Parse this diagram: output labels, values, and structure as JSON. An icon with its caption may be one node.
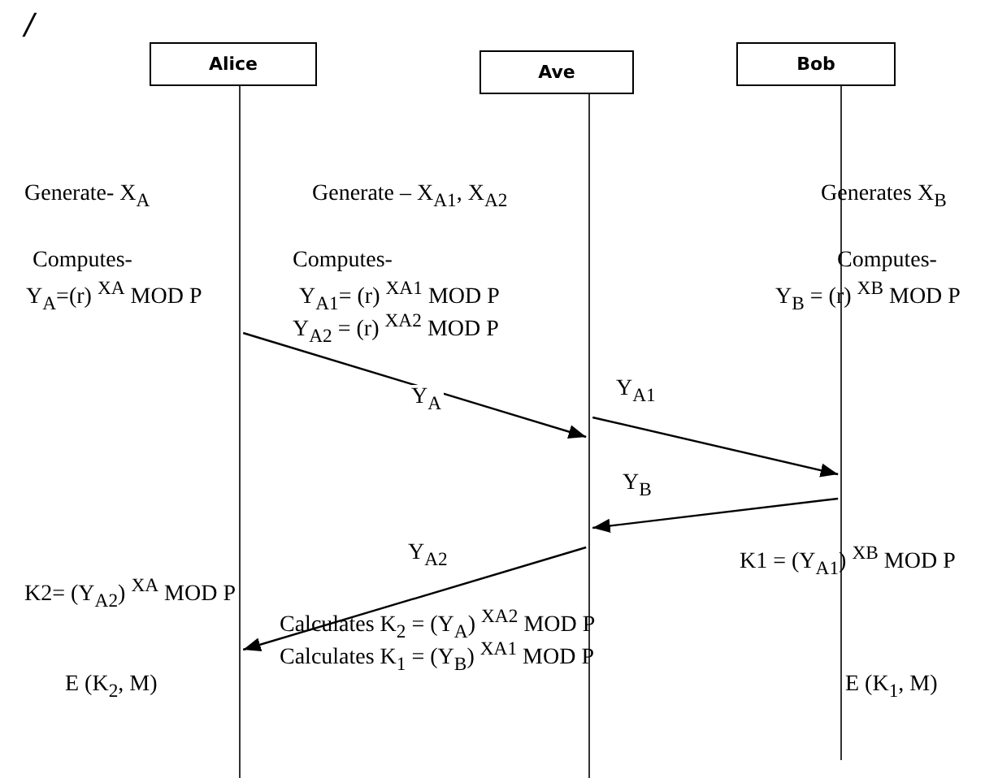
{
  "diagram": {
    "nodes": [
      {
        "text": [
          "Alice"
        ]
      },
      {
        "text": [
          "Ave"
        ]
      },
      {
        "text": [
          "Bob"
        ]
      }
    ],
    "edges": [
      {
        "from": 0,
        "to": 1,
        "arrow": "to",
        "label": "Y$_{A}$"
      },
      {
        "from": 1,
        "to": 2,
        "arrow": "to",
        "label": "Y$_{A1}$"
      },
      {
        "from": 2,
        "to": 1,
        "arrow": "to",
        "label": "Y$_{B}$"
      },
      {
        "from": 1,
        "to": 0,
        "arrow": "to",
        "label": "Y$_{A2}$"
      }
    ],
    "labels": [
      "/",
      "Generate- X$_{A}$",
      "Generate – X$_{A1}$, X$_{A2}$",
      "Generates X$_{B}$",
      "Computes-",
      "Y$_{A}$=(r) $^{XA}$ MOD P",
      "Computes-",
      "Y$_{A1}$= (r) $^{XA1}$ MOD P",
      "Y$_{A2}$ = (r) $^{XA2}$ MOD P",
      "Computes-",
      "Y$_{B}$ = (r) $^{XB}$ MOD P",
      "K1 = (Y$_{A1}$) $^{XB}$ MOD P",
      "K2= (Y$_{A2}$) $^{XA}$ MOD P",
      "Calculates K$_{2}$ = (Y$_{A}$) $^{XA2}$ MOD P",
      "Calculates K$_{1}$ = (Y$_{B}$) $^{XA1}$ MOD P",
      "E (K$_{2}$, M)",
      "E (K$_{1}$, M)"
    ]
  }
}
